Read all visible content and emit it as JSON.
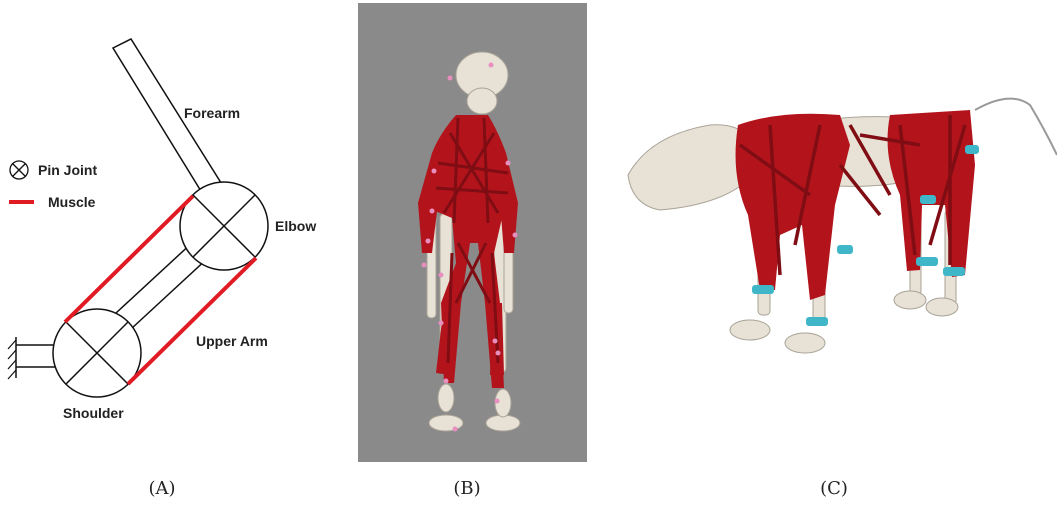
{
  "diagram": {
    "labels": {
      "forearm": "Forearm",
      "elbow": "Elbow",
      "upper_arm": "Upper Arm",
      "shoulder": "Shoulder"
    },
    "legend": {
      "pin_joint": "Pin Joint",
      "muscle": "Muscle"
    },
    "muscle_color": "#e01b24"
  },
  "captions": {
    "a": "(A)",
    "b": "(B)",
    "c": "(C)"
  },
  "panel_b_background": "#8a8a8a",
  "model_colors": {
    "muscle": "#b3141c",
    "bone": "#e8e2d6",
    "marker": "#e98fc0",
    "joint_marker": "#3fb7c9"
  }
}
